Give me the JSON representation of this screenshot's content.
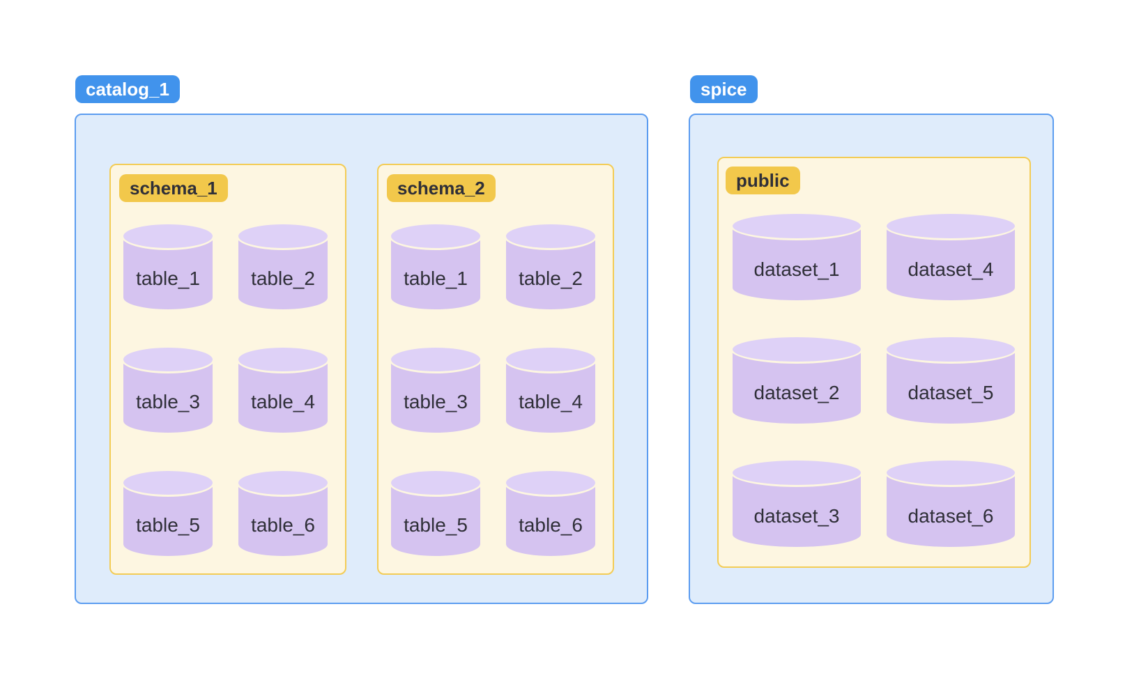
{
  "palette": {
    "page_bg": "#FFFFFF",
    "blue_badge": "#4193EC",
    "blue_container_bg": "#DFECFB",
    "blue_container_border": "#5B9CF0",
    "yellow_badge": "#F2C84B",
    "cream_box_bg": "#FDF6E1",
    "cream_box_border": "#F3CC55",
    "cylinder_body": "#D5C3F0",
    "cylinder_top": "#DED1F7",
    "label_dark": "#2F2F38",
    "badge_text_light": "#FFFFFF"
  },
  "catalog": {
    "label": "catalog_1",
    "schemas": [
      {
        "label": "schema_1",
        "tables": [
          "table_1",
          "table_2",
          "table_3",
          "table_4",
          "table_5",
          "table_6"
        ]
      },
      {
        "label": "schema_2",
        "tables": [
          "table_1",
          "table_2",
          "table_3",
          "table_4",
          "table_5",
          "table_6"
        ]
      }
    ]
  },
  "spice": {
    "label": "spice",
    "schemas": [
      {
        "label": "public",
        "datasets": [
          "dataset_1",
          "dataset_2",
          "dataset_3",
          "dataset_4",
          "dataset_5",
          "dataset_6"
        ]
      }
    ]
  }
}
